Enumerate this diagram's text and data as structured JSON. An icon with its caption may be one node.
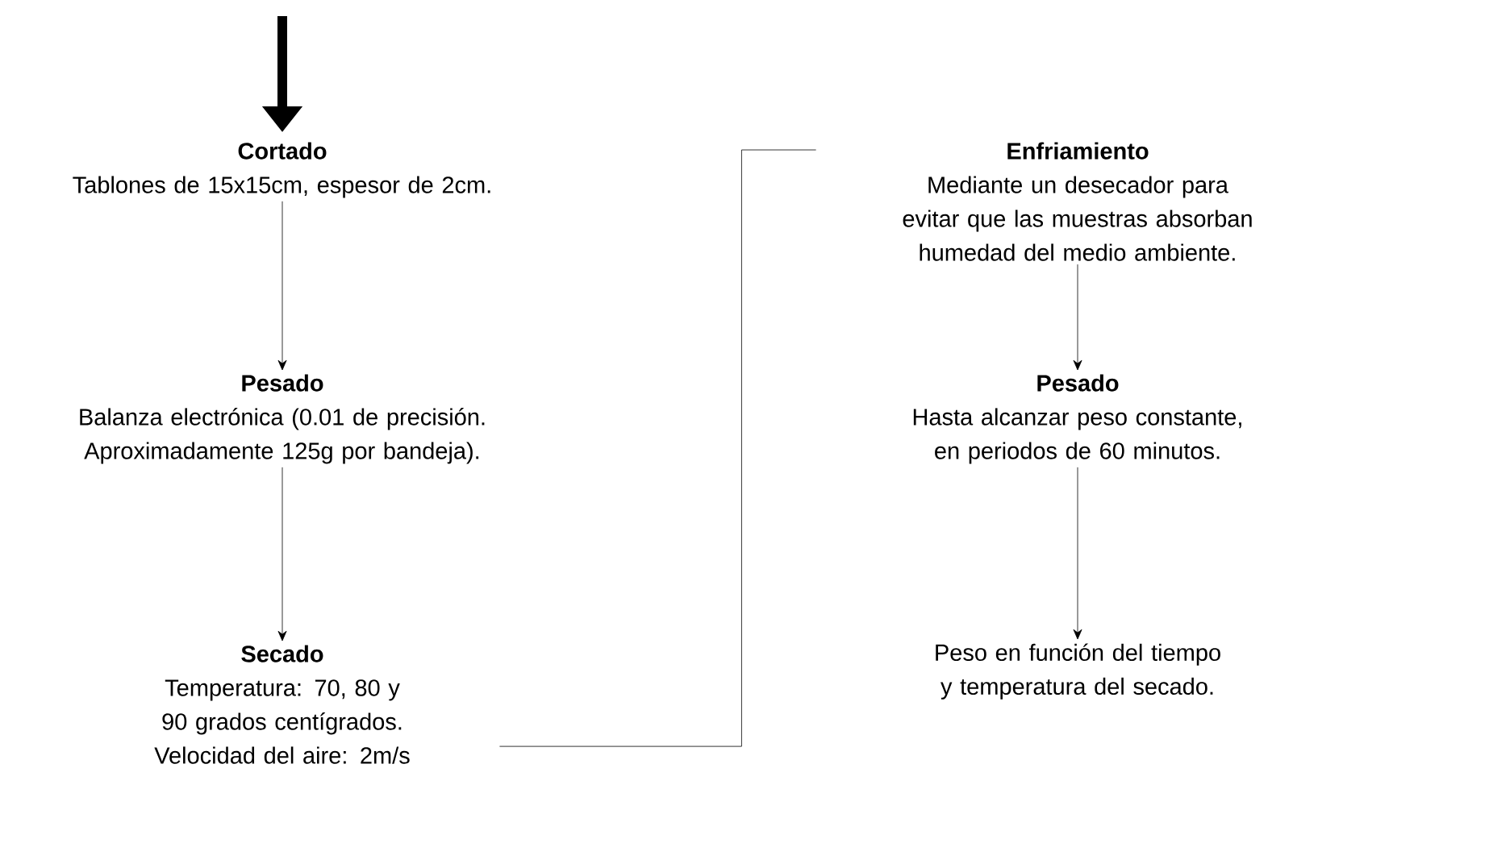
{
  "diagram": {
    "nodes": [
      {
        "text": [
          "Cortado",
          "Tablones de 15x15cm, espesor de 2cm."
        ]
      },
      {
        "text": [
          "Pesado",
          "Balanza electrónica (0.01 de precisión. Aproximadamente 125g por bandeja)."
        ]
      },
      {
        "text": [
          "Secado",
          "Temperatura: 70, 80 y 90 grados centígrados.",
          "Velocidad del aire: 2m/s"
        ]
      },
      {
        "text": [
          "Enfriamiento",
          "Mediante un desecador para evitar que las muestras absorban humedad del medio ambiente."
        ]
      },
      {
        "text": [
          "Pesado",
          "Hasta alcanzar peso constante, en periodos de 60 minutos."
        ]
      },
      {
        "text": [
          "Peso en función del tiempo y temperatura del secado."
        ]
      }
    ],
    "edges": [
      {
        "from": null,
        "to": 0,
        "arrow": "to",
        "style": "thick"
      },
      {
        "from": 0,
        "to": 1,
        "arrow": "to"
      },
      {
        "from": 1,
        "to": 2,
        "arrow": "to"
      },
      {
        "from": 2,
        "to": 3,
        "arrow": "none"
      },
      {
        "from": 3,
        "to": 4,
        "arrow": "to"
      },
      {
        "from": 4,
        "to": 5,
        "arrow": "to"
      }
    ]
  }
}
